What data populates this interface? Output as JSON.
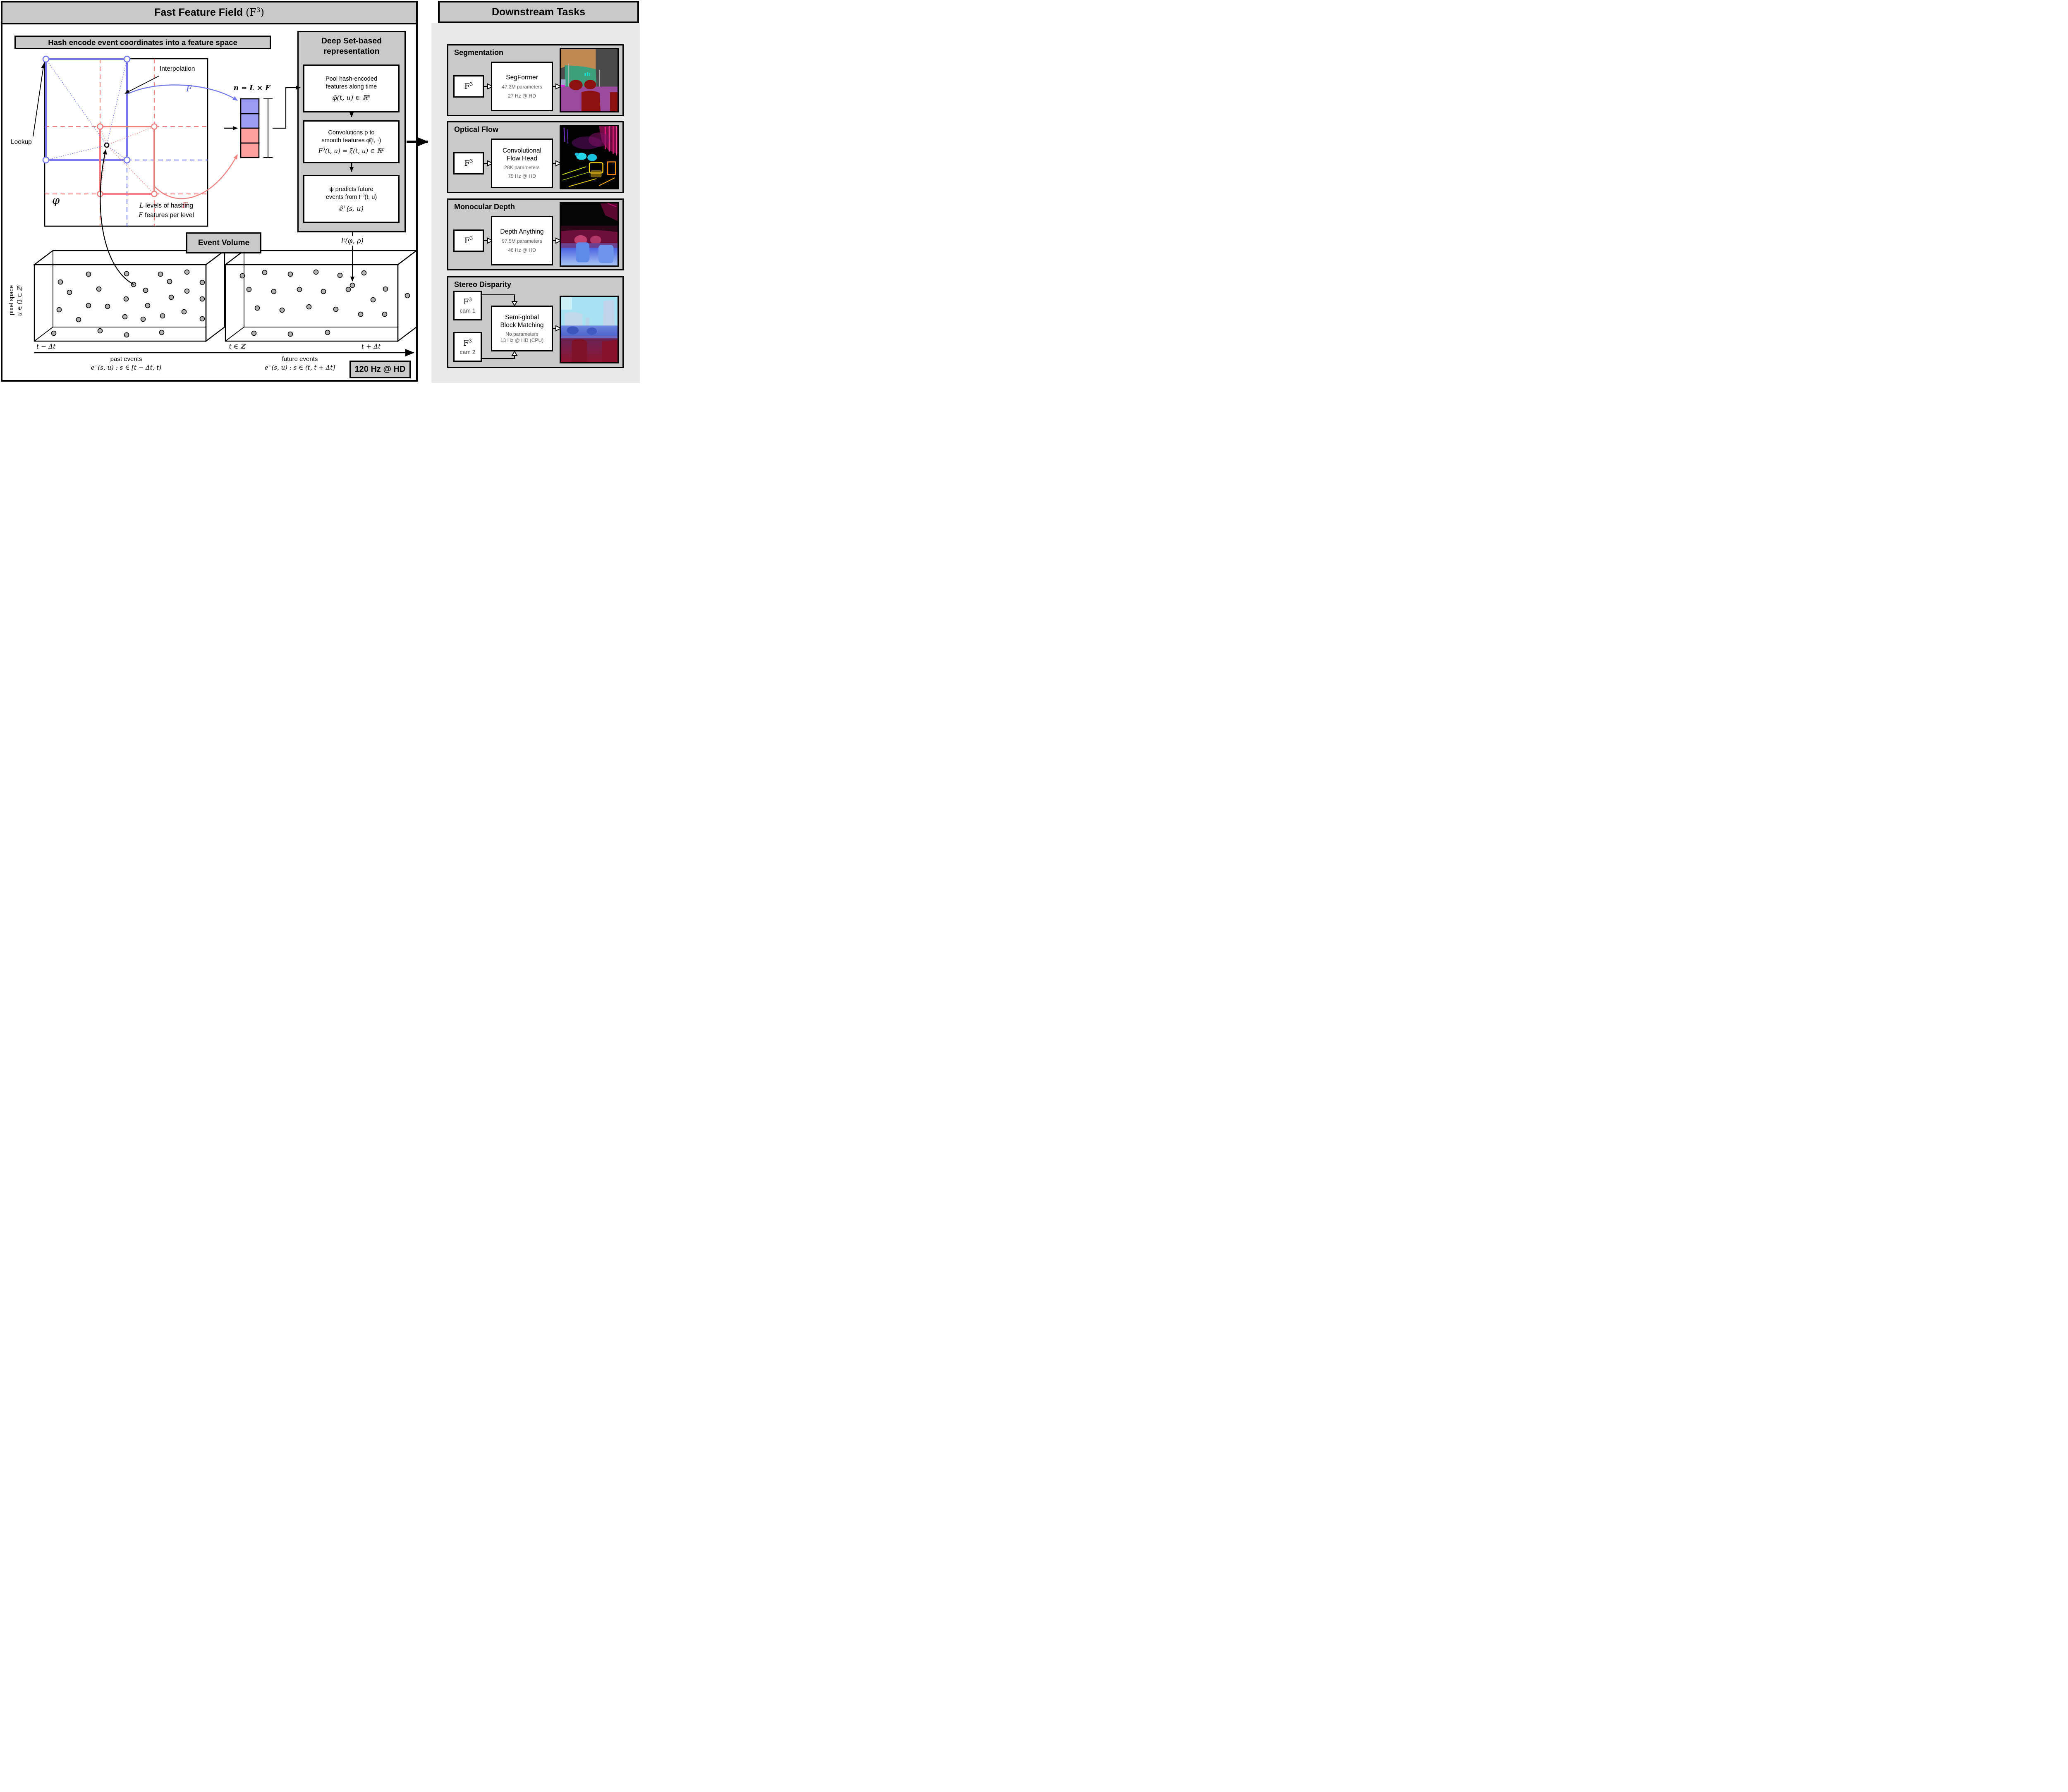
{
  "colors": {
    "figure_blue": "#7678EE",
    "figure_red": "#F08080",
    "blue_cell": "#9B9CF4",
    "red_cell": "#FFA0A0",
    "header_gray": "#C9C9C9",
    "panel_light_gray": "#E9E9E9",
    "event_dot_gray": "#B3B3B3"
  },
  "left_panel": {
    "title": {
      "pre": "Fast Feature Field ",
      "open": "(F",
      "sup": "3",
      "close": ")"
    },
    "hash_header": "Hash encode event coordinates into a feature space",
    "grid": {
      "lookup": "Lookup",
      "interpolation": "Interpolation",
      "blue_f": "F",
      "red_f": "F",
      "phi": "φ",
      "levels": {
        "var1": "L",
        "text1": " levels of hashing",
        "var2": "F",
        "text2": " features per level"
      },
      "vector_label": "n = L × F"
    },
    "deepset": {
      "header1": "Deep Set-based",
      "header2": "representation",
      "pool": {
        "line1": "Pool hash-encoded",
        "line2": "features along time",
        "formula": {
          "base": "φ̄(t, u) ∈ ℝ",
          "sup": "n"
        }
      },
      "conv": {
        "line1": "Convolutions ρ to",
        "line2": "smooth features φ̄(t, ·)",
        "formula": {
          "f": "F",
          "fsup": "3",
          "mid": "(t, u) = ξ̂(t, u) ∈ ℝ",
          "sup": "p"
        }
      },
      "psi": {
        "line1": "ψ predicts future",
        "line2a": "events from F",
        "line2sup": "3",
        "line2b": "(t, u)",
        "formula": {
          "base": "ê",
          "sup": "+",
          "rest": "(s, u)"
        }
      },
      "loss": {
        "base": "l",
        "sub": "t",
        "rest": "(φ, ρ)"
      }
    },
    "event_volume": {
      "header": "Event Volume",
      "pixel_space": {
        "line1": "pixel space",
        "line2": "u ∈ Ω ⊂ ℤ",
        "sup": "2"
      },
      "t_minus": "t − Δt",
      "t_mid": "t ∈ ℤ",
      "t_plus": "t + Δt",
      "past": {
        "label": "past events",
        "formula": {
          "base": "e",
          "sup": "−",
          "rest": "(s, u) : s ∈ [t − Δt, t)"
        }
      },
      "future": {
        "label": "future events",
        "formula": {
          "base": "e",
          "sup": "+",
          "rest": "(s, u) : s ∈ (t, t + Δt]"
        }
      },
      "rate_badge": "120 Hz @ HD"
    }
  },
  "right_panel": {
    "title": "Downstream Tasks",
    "tasks": [
      {
        "title": "Segmentation",
        "input": {
          "f": "F",
          "sup": "3"
        },
        "model": {
          "line1": "SegFormer",
          "params": "47.3M parameters",
          "rate": "27 Hz @ HD"
        }
      },
      {
        "title": "Optical Flow",
        "input": {
          "f": "F",
          "sup": "3"
        },
        "model": {
          "line1": "Convolutional",
          "line2": "Flow Head",
          "params": "28K parameters",
          "rate": "75 Hz @ HD"
        }
      },
      {
        "title": "Monocular Depth",
        "input": {
          "f": "F",
          "sup": "3"
        },
        "model": {
          "line1": "Depth Anything",
          "params": "97.5M parameters",
          "rate": "46 Hz @ HD"
        }
      },
      {
        "title": "Stereo Disparity",
        "input1": {
          "f": "F",
          "sup": "3",
          "cam": "cam 1"
        },
        "input2": {
          "f": "F",
          "sup": "3",
          "cam": "cam 2"
        },
        "model": {
          "line1": "Semi-global",
          "line2": "Block Matching",
          "params": "No parameters",
          "rate": "13 Hz @ HD (CPU)"
        }
      }
    ]
  }
}
